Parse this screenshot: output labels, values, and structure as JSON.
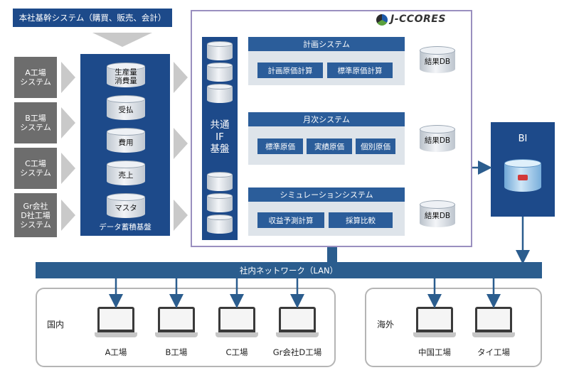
{
  "banner": "本社基幹システム（購買、販売、会計）",
  "factories": [
    "A工場\nシステム",
    "B工場\nシステム",
    "C工場\nシステム",
    "Gr会社\nD社工場\nシステム"
  ],
  "storage": {
    "items": [
      "生産量\n消費量",
      "受払",
      "費用",
      "売上",
      "マスタ"
    ],
    "label": "データ蓄積基盤"
  },
  "jccores": {
    "logo": "J-CCORES",
    "if_label": "共通\nIF\n基盤",
    "systems": [
      {
        "title": "計画システム",
        "buttons": [
          "計画原価計算",
          "標準原価計算"
        ],
        "db": "結果DB"
      },
      {
        "title": "月次システム",
        "buttons": [
          "標準原価",
          "実績原価",
          "個別原価"
        ],
        "db": "結果DB"
      },
      {
        "title": "シミュレーションシステム",
        "buttons": [
          "収益予測計算",
          "採算比較"
        ],
        "db": "結果DB"
      }
    ]
  },
  "bi": {
    "label": "BI"
  },
  "lan": "社内ネットワーク（LAN）",
  "domestic": {
    "label": "国内",
    "sites": [
      "A工場",
      "B工場",
      "C工場",
      "Gr会社D工場"
    ]
  },
  "overseas": {
    "label": "海外",
    "sites": [
      "中国工場",
      "タイ工場"
    ]
  },
  "colors": {
    "navy": "#1d4a8a",
    "system_header": "#2b5d9a",
    "lan": "#2b5d8e",
    "factory_gray": "#6d6d6d",
    "frame_purple": "#9a8fbf"
  }
}
